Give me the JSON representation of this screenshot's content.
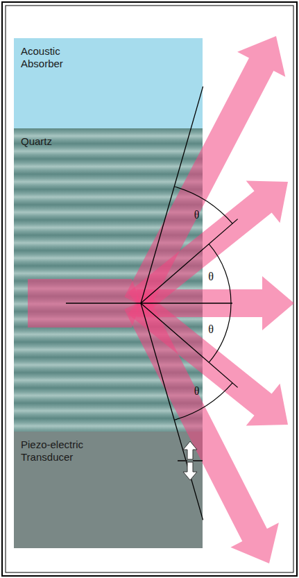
{
  "diagram": {
    "nodes": [
      {
        "text": [
          "Acoustic Absorber"
        ]
      },
      {
        "text": [
          "Quartz"
        ]
      },
      {
        "text": [
          "Piezo-electric Transducer"
        ]
      }
    ],
    "labels": [
      "θ",
      "θ",
      "θ",
      "θ"
    ]
  }
}
